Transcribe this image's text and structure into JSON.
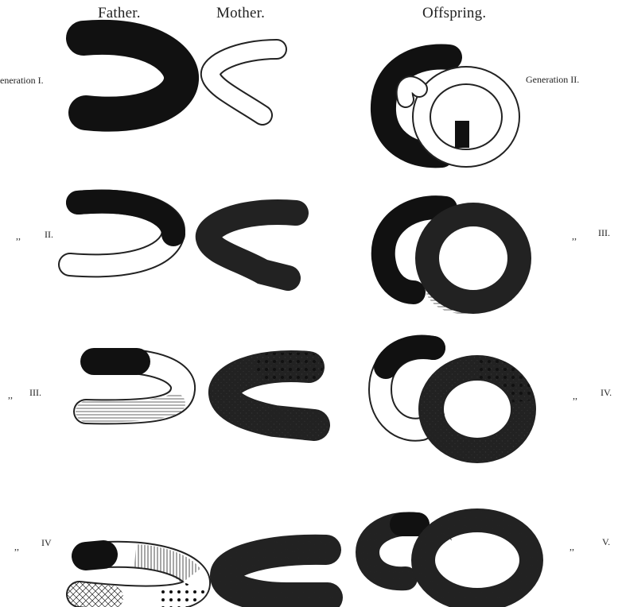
{
  "headers": {
    "father": "Father.",
    "mother": "Mother.",
    "offspring": "Offspring."
  },
  "left_labels": [
    {
      "ditto": "",
      "text": "eneration I."
    },
    {
      "ditto": ",,",
      "text": "II."
    },
    {
      "ditto": ",,",
      "text": "III."
    },
    {
      "ditto": ",,",
      "text": "IV"
    }
  ],
  "right_labels": [
    {
      "ditto": "",
      "text": "Generation II."
    },
    {
      "ditto": ",,",
      "text": "III."
    },
    {
      "ditto": ",,",
      "text": "IV."
    },
    {
      "ditto": ",,",
      "text": "V."
    }
  ],
  "colors": {
    "black": "#111111",
    "ink": "#222222",
    "paper": "#ffffff"
  }
}
